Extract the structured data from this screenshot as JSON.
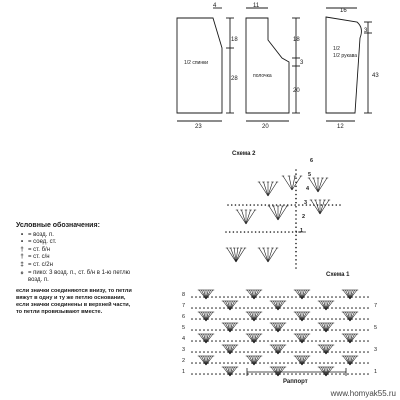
{
  "patterns": {
    "back": {
      "label": "1/2 спинки",
      "top": "4",
      "side_top": "18",
      "side_bottom": "28",
      "bottom": "23"
    },
    "front": {
      "label": "полочка",
      "top": "11",
      "side_top": "18",
      "side_mid": "3",
      "side_bottom": "20",
      "bottom": "20"
    },
    "sleeve": {
      "label": "1/2 рукава",
      "top": "16",
      "side_top": "3",
      "side_bottom": "43",
      "bottom": "12"
    }
  },
  "schemes": {
    "scheme2": "Схема 2",
    "scheme1": "Схема 1",
    "rapport": "Раппорт",
    "scheme2_rows": [
      "1",
      "2",
      "3",
      "4",
      "5",
      "6"
    ],
    "scheme1_rows": [
      "1",
      "2",
      "3",
      "4",
      "5",
      "6",
      "7",
      "8"
    ]
  },
  "legend": {
    "title": "Условные обозначения:",
    "items": [
      {
        "symbol": "•",
        "text": "= возд. п."
      },
      {
        "symbol": "•",
        "text": "= соед. ст."
      },
      {
        "symbol": "†",
        "text": "= ст. б/н"
      },
      {
        "symbol": "†",
        "text": "= ст. с/н"
      },
      {
        "symbol": "‡",
        "text": "= ст. с/2н"
      },
      {
        "symbol": "ℴ",
        "text": "= пико: 3 возд. п., ст. б/н в 1-ю петлю возд. п."
      }
    ],
    "note": "если значки соединяются внизу, то петли вяжут в одну и ту же петлю основания, если значки соединены в верхней части, то петли провязывают вместе."
  },
  "watermark": "www.homyak55.ru",
  "colors": {
    "ink": "#1a1a1a",
    "paper": "#ffffff"
  }
}
